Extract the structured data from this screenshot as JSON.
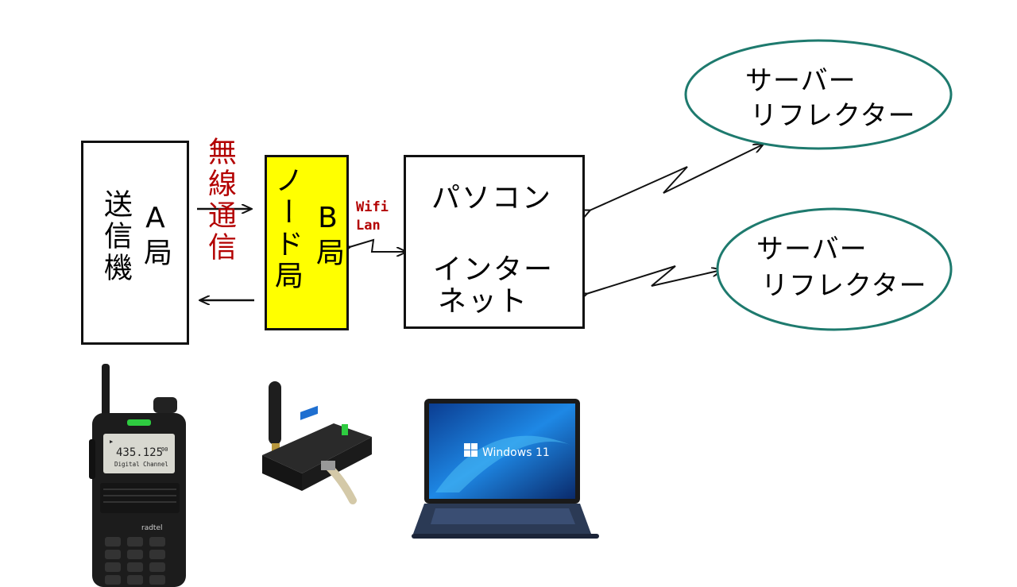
{
  "station_a": {
    "left_text": "送信機",
    "right_text": "A局"
  },
  "station_b": {
    "left_text": "ノード局",
    "right_text": "B局",
    "fill": "#ffff00"
  },
  "wireless_label": "無線通信",
  "wifi_label": "Wifi\nLan",
  "pc_box": {
    "line1": "パソコン",
    "line2": "インター",
    "line3": "ネット"
  },
  "servers": [
    {
      "line1": "サーバー",
      "line2": "リフレクター"
    },
    {
      "line1": "サーバー",
      "line2": "リフレクター"
    }
  ],
  "photos": {
    "radio": {
      "brand": "radtel",
      "frequency": "435.125",
      "frequency_suffix": "00",
      "mode_text": "Digital Channel"
    },
    "laptop": {
      "screen_text": "Windows 11"
    }
  },
  "colors": {
    "accent_red": "#b30000",
    "ellipse_border": "#1e7a6e",
    "node_fill": "#ffff00"
  }
}
